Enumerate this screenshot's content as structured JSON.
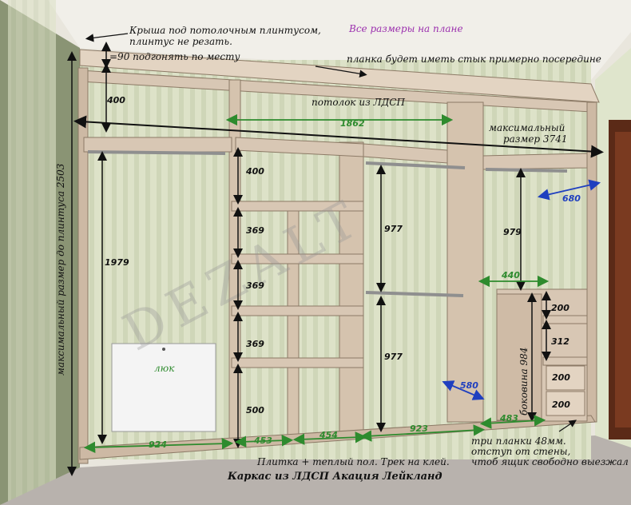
{
  "notes": {
    "roof": "Крыша под потолочным плинтусом,",
    "roof2": "плинтус не резать.",
    "all_sizes": "Все размеры  на плане",
    "adjust": "=90 подгонять по месту",
    "plank": "планка будет иметь стык примерно посередине",
    "ceiling": "потолок из ЛДСП",
    "max_size": "максимальный",
    "max_size2": "размер 3741",
    "max_height": "максимальный  размер до плинтуса 2503",
    "hatch": "люк",
    "side": "боковина 984",
    "planks": "три планки 48мм.",
    "planks2": "отступ от стены,",
    "planks3": "чтоб ящик свободно выезжал",
    "floor": "Плитка + теплый пол. Трек на клей.",
    "frame": "Каркас из ЛДСП Акация Лейкланд",
    "watermark": "DEZALT"
  },
  "dims": {
    "d400a": "400",
    "d1862": "1862",
    "d1979": "1979",
    "d924": "924",
    "d400b": "400",
    "d369a": "369",
    "d369b": "369",
    "d369c": "369",
    "d500": "500",
    "d453": "453",
    "d454": "454",
    "d977a": "977",
    "d977b": "977",
    "d923": "923",
    "d580": "580",
    "d680": "680",
    "d979": "979",
    "d440": "440",
    "d200a": "200",
    "d312": "312",
    "d200b": "200",
    "d200c": "200",
    "d483": "483"
  },
  "colors": {
    "wood": "#d8c7b4",
    "wood_dark": "#b9a590",
    "wall": "#dfe3cf",
    "green_arrow": "#2e8b2e",
    "blue_arrow": "#1f3fbf",
    "purple_text": "#9b2fae"
  }
}
